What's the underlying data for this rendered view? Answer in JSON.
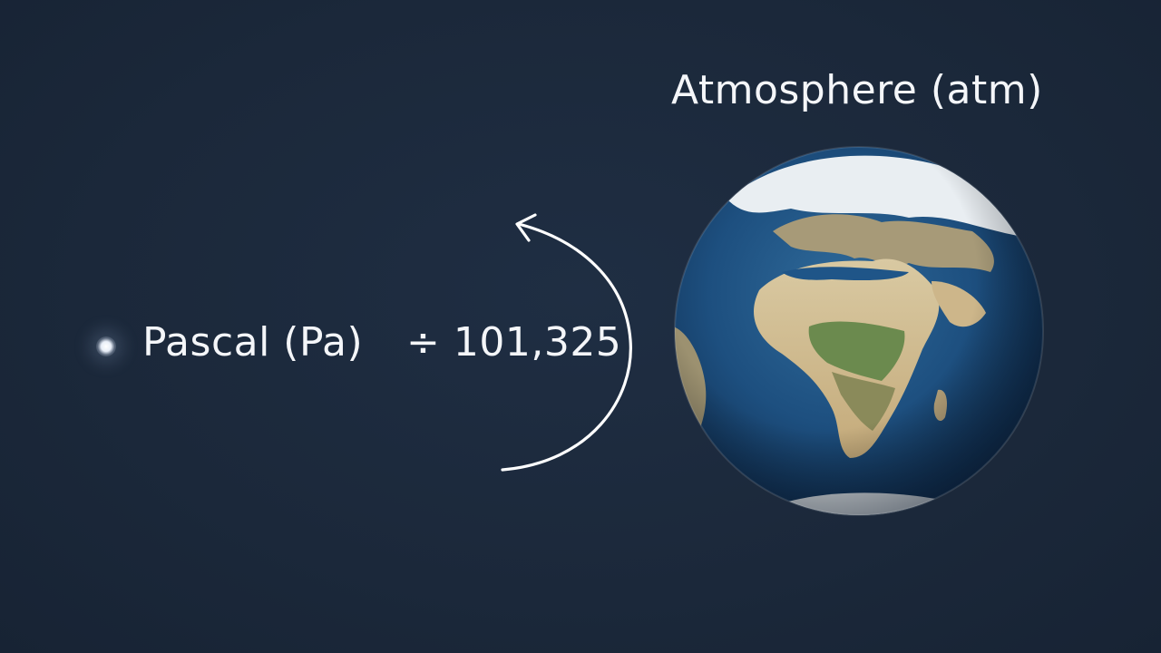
{
  "source_unit": {
    "label": "Pascal (Pa)"
  },
  "conversion": {
    "label": "÷ 101,325"
  },
  "target_unit": {
    "label": "Atmosphere (atm)"
  },
  "colors": {
    "background": "#1c2a3d",
    "text": "#f4f6f9",
    "arrow": "#ffffff",
    "ocean": "#1e4a78",
    "land": "#c9b68e",
    "vegetation": "#6b8a4e"
  },
  "icons": {
    "source_marker": "glowing-dot",
    "target_image": "earth-globe"
  }
}
